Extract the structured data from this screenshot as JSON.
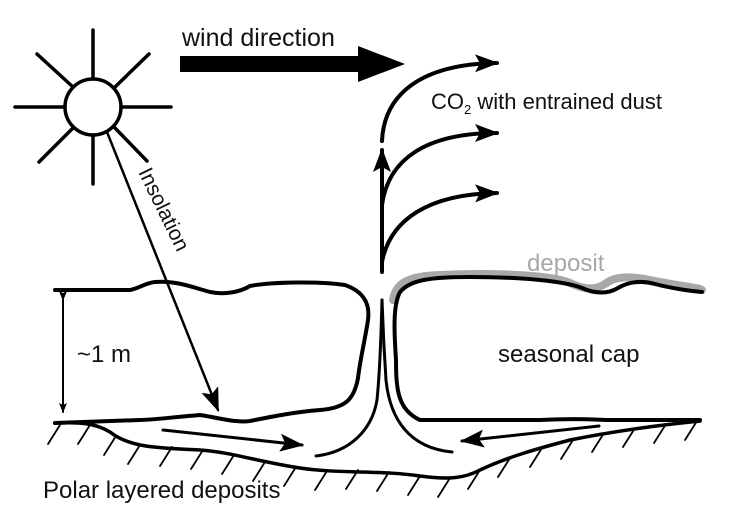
{
  "diagram": {
    "description": "Cold-jet / CO2 venting through the Martian seasonal cap",
    "colors": {
      "ink": "#000000",
      "deposit": "#a8a8a8",
      "background": "#ffffff"
    },
    "labels": {
      "wind": "wind direction",
      "co2_prefix": "CO",
      "co2_sub": "2",
      "co2_suffix": " with entrained dust",
      "insolation": "Insolation",
      "deposit": "deposit",
      "thickness": "~1 m",
      "seasonal_cap": "seasonal cap",
      "polar": "Polar layered deposits"
    },
    "icons": {
      "sun": "sun-icon",
      "wind_arrow": "wind-arrow-icon"
    }
  }
}
